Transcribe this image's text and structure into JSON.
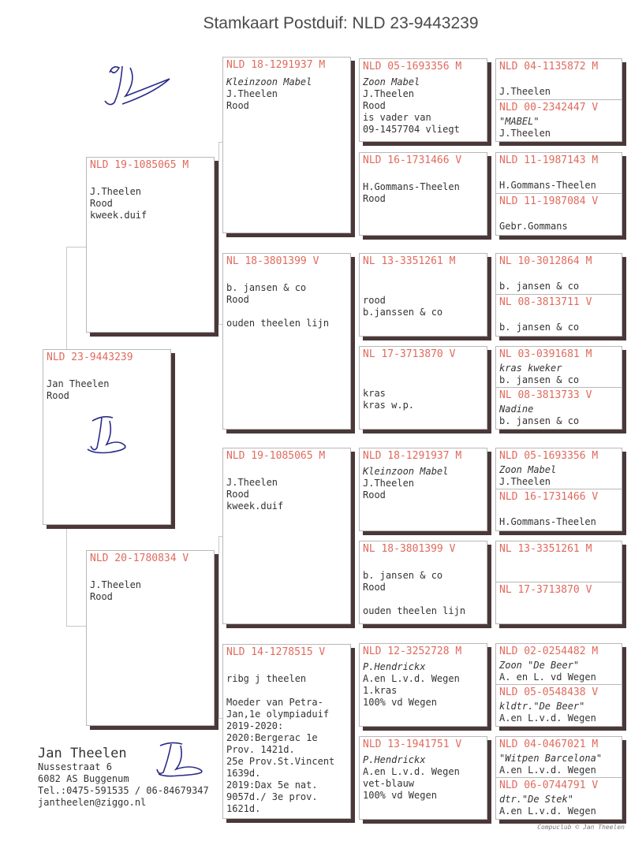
{
  "title": "Stamkaart Postduif: NLD 23-9443239",
  "subject": {
    "ring": "NLD 23-9443239",
    "lines": [
      "Jan Theelen",
      "Rood"
    ]
  },
  "parents": [
    {
      "ring": "NLD 19-1085065 M",
      "lines": [
        "J.Theelen",
        "Rood",
        "kweek.duif"
      ]
    },
    {
      "ring": "NLD 20-1780834 V",
      "lines": [
        "J.Theelen",
        "Rood"
      ]
    }
  ],
  "grandparents": [
    {
      "ring": "NLD 18-1291937 M",
      "lines": [
        "Kleinzoon Mabel",
        "J.Theelen",
        "Rood"
      ]
    },
    {
      "ring": "NL  18-3801399 V",
      "lines": [
        "b. jansen & co",
        "Rood",
        "",
        "ouden theelen lijn"
      ]
    },
    {
      "ring": "NLD 19-1085065 M",
      "lines": [
        "J.Theelen",
        "Rood",
        "kweek.duif"
      ]
    },
    {
      "ring": "NLD 14-1278515 V",
      "lines": [
        "ribg j theelen",
        "",
        "Moeder van Petra-",
        "Jan,1e olympiaduif",
        "2019-2020:",
        "2020:Bergerac 1e",
        "Prov. 1421d.",
        "25e Prov.St.Vincent",
        "1639d.",
        "2019:Dax 5e nat.",
        "9057d./ 3e prov.",
        "1621d."
      ]
    }
  ],
  "greatgrandparents": [
    {
      "ring": "NLD 05-1693356 M",
      "lines": [
        "Zoon Mabel",
        "J.Theelen",
        "Rood",
        "is vader van",
        "09-1457704 vliegt"
      ]
    },
    {
      "ring": "NLD 16-1731466 V",
      "lines": [
        "H.Gommans-Theelen",
        "Rood"
      ]
    },
    {
      "ring": "NL  13-3351261 M",
      "lines": [
        "rood",
        "b.janssen & co"
      ]
    },
    {
      "ring": "NL  17-3713870 V",
      "lines": [
        "kras",
        "kras w.p."
      ]
    },
    {
      "ring": "NLD 18-1291937 M",
      "lines": [
        "Kleinzoon Mabel",
        "J.Theelen",
        "Rood"
      ]
    },
    {
      "ring": "NL  18-3801399 V",
      "lines": [
        "b. jansen & co",
        "Rood",
        "",
        "ouden theelen lijn"
      ]
    },
    {
      "ring": "NLD 12-3252728 M",
      "lines": [
        "P.Hendrickx",
        "A.en L.v.d. Wegen",
        "1.kras",
        "100% vd Wegen"
      ]
    },
    {
      "ring": "NLD 13-1941751 V",
      "lines": [
        "P.Hendrickx",
        "A.en L.v.d. Wegen",
        "vet-blauw",
        "100% vd Wegen"
      ]
    }
  ],
  "ancestors": [
    {
      "ring": "NLD 04-1135872 M",
      "lines": [
        "J.Theelen"
      ]
    },
    {
      "ring": "NLD 00-2342447 V",
      "lines": [
        "\"MABEL\"",
        "J.Theelen"
      ]
    },
    {
      "ring": "NLD 11-1987143 M",
      "lines": [
        "H.Gommans-Theelen"
      ]
    },
    {
      "ring": "NLD 11-1987084 V",
      "lines": [
        "Gebr.Gommans"
      ]
    },
    {
      "ring": "NL  10-3012864 M",
      "lines": [
        "b. jansen & co"
      ]
    },
    {
      "ring": "NL  08-3813711 V",
      "lines": [
        "b. jansen & co"
      ]
    },
    {
      "ring": "NL  03-0391681 M",
      "lines": [
        "kras kweker",
        "b. jansen & co"
      ]
    },
    {
      "ring": "NL  08-3813733 V",
      "lines": [
        "Nadine",
        "b. jansen & co"
      ]
    },
    {
      "ring": "NLD 05-1693356 M",
      "lines": [
        "Zoon Mabel",
        "J.Theelen"
      ]
    },
    {
      "ring": "NLD 16-1731466 V",
      "lines": [
        "H.Gommans-Theelen"
      ]
    },
    {
      "ring": "NL  13-3351261 M",
      "lines": []
    },
    {
      "ring": "NL  17-3713870 V",
      "lines": []
    },
    {
      "ring": "NLD 02-0254482 M",
      "lines": [
        "Zoon \"De Beer\"",
        "A. en L. vd Wegen"
      ]
    },
    {
      "ring": "NLD 05-0548438 V",
      "lines": [
        "kldtr.\"De Beer\"",
        "A.en L.v.d. Wegen"
      ]
    },
    {
      "ring": "NLD 04-0467021 M",
      "lines": [
        "\"Witpen Barcelona\"",
        "A.en L.v.d. Wegen"
      ]
    },
    {
      "ring": "NLD 06-0744791 V",
      "lines": [
        "dtr.\"De Stek\"",
        "A.en L.v.d. Wegen"
      ]
    }
  ],
  "owner": {
    "name": "Jan Theelen",
    "lines": [
      "Nussestraat 6",
      "6082 AS  Buggenum",
      "Tel.:0475-591535 / 06-84679347",
      "jantheelen@ziggo.nl"
    ]
  },
  "footer": "Compuclub © Jan Theelen",
  "colors": {
    "ring": "#e06a5c",
    "shadow": "#4a3838",
    "text": "#333333",
    "signature": "#2a2a8a"
  }
}
